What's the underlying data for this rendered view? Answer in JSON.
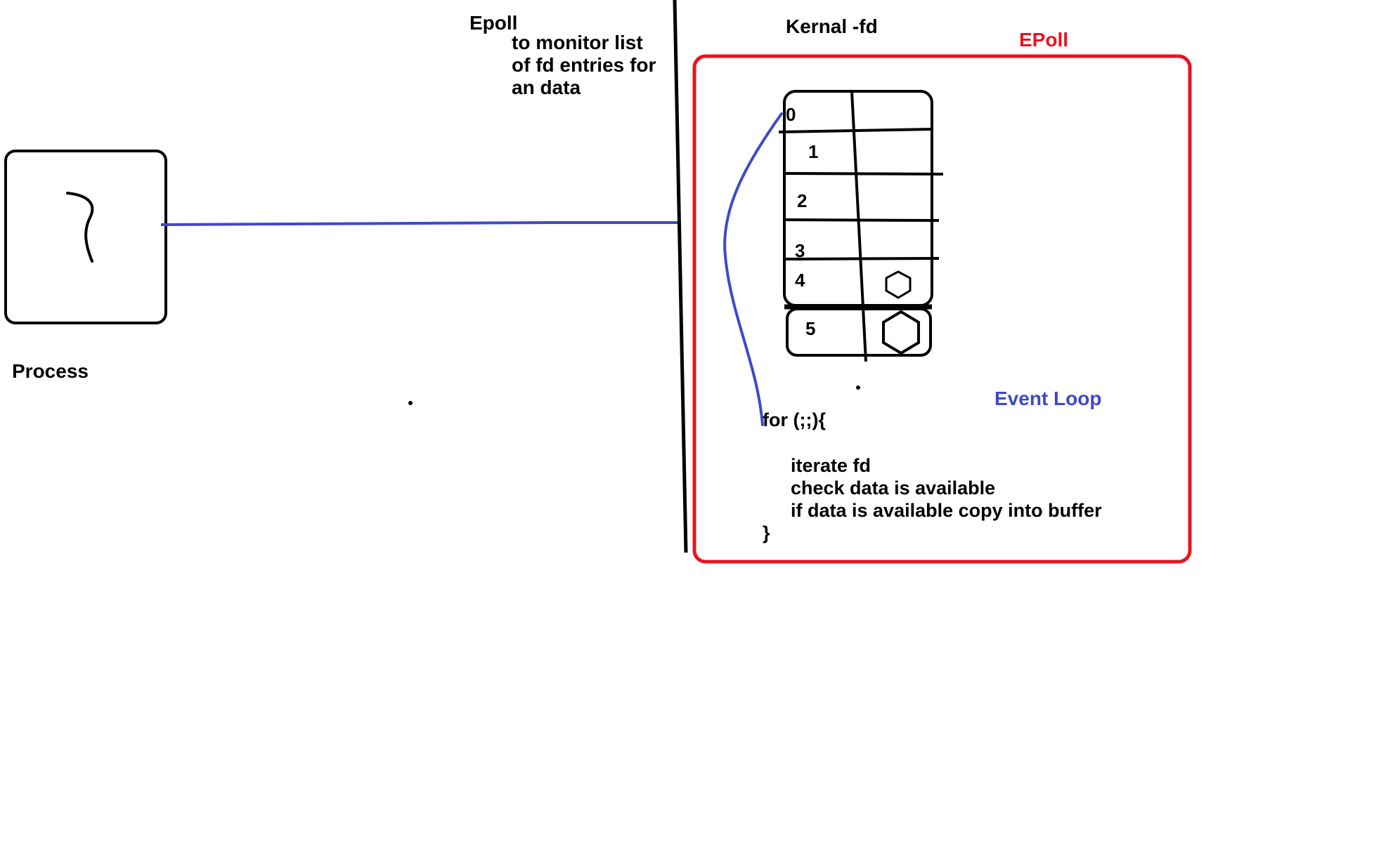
{
  "labels": {
    "epoll_title": "Epoll",
    "epoll_desc": [
      "to monitor list",
      "of fd entries for",
      "an data"
    ],
    "kernal_fd": "Kernal -fd",
    "epoll_box": "EPoll",
    "process": "Process",
    "event_loop": "Event Loop"
  },
  "fd_table": {
    "rows": [
      "0",
      "1",
      "2",
      "3",
      "4",
      "5"
    ]
  },
  "code": {
    "lines": [
      "for (;;){",
      "iterate fd",
      "check data is available",
      "if data is available copy into buffer",
      "}"
    ]
  },
  "colors": {
    "ink": "#000000",
    "epoll_red": "#e8141f",
    "blue": "#3f48cc"
  }
}
